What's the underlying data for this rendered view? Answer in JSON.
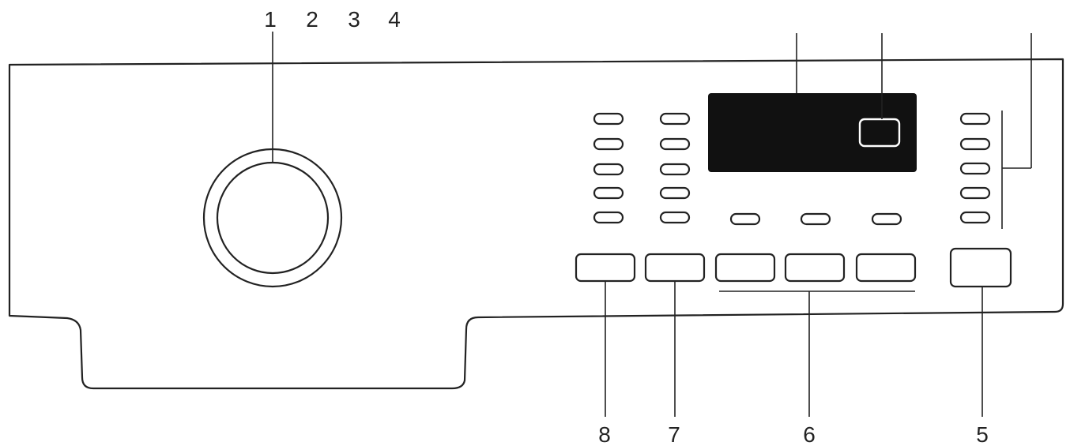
{
  "callouts": {
    "top": [
      "1",
      "2",
      "3",
      "4"
    ],
    "bottom": [
      "8",
      "7",
      "6",
      "5"
    ]
  },
  "colors": {
    "line": "#222222",
    "display": "#111111",
    "background": "#ffffff"
  },
  "icons": {
    "dial": "programme-selector-dial",
    "indicator": "indicator-lamp"
  }
}
